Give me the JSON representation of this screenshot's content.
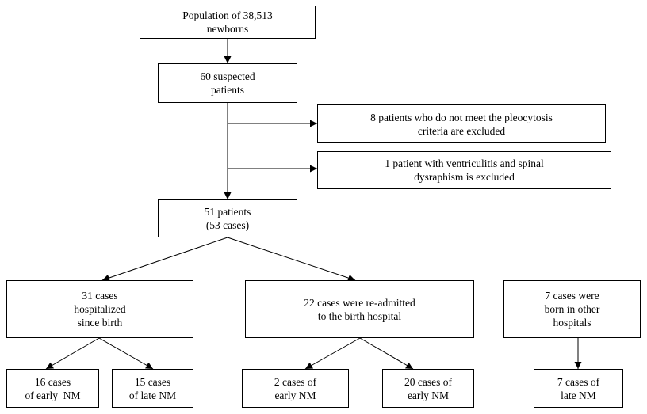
{
  "nodes": {
    "population": [
      "Population of 38,513",
      "newborns"
    ],
    "suspected": [
      "60 suspected",
      "patients"
    ],
    "excluded_pleocytosis": [
      "8 patients who do not meet the pleocytosis",
      "criteria are excluded"
    ],
    "excluded_ventriculitis": [
      "1 patient with ventriculitis and spinal",
      "dysraphism is excluded"
    ],
    "patients51": [
      "51 patients",
      "(53 cases)"
    ],
    "hospitalized": [
      "31 cases",
      "hospitalized",
      "since birth"
    ],
    "readmitted": [
      "22 cases were re-admitted",
      "to the birth hospital"
    ],
    "other_hospitals": [
      "7 cases were",
      "born in other",
      "hospitals"
    ],
    "early16": [
      "16 cases",
      "of early  NM"
    ],
    "late15": [
      "15 cases",
      "of late NM"
    ],
    "early2": [
      "2 cases of",
      "early NM"
    ],
    "early20": [
      "20 cases of",
      "early NM"
    ],
    "late7": [
      "7 cases of",
      "late NM"
    ]
  },
  "edges": [
    [
      "population",
      "suspected"
    ],
    [
      "suspected",
      "excluded_pleocytosis"
    ],
    [
      "suspected",
      "excluded_ventriculitis"
    ],
    [
      "suspected",
      "patients51"
    ],
    [
      "patients51",
      "hospitalized"
    ],
    [
      "patients51",
      "readmitted"
    ],
    [
      "hospitalized",
      "early16"
    ],
    [
      "hospitalized",
      "late15"
    ],
    [
      "readmitted",
      "early2"
    ],
    [
      "readmitted",
      "early20"
    ],
    [
      "other_hospitals",
      "late7"
    ]
  ]
}
